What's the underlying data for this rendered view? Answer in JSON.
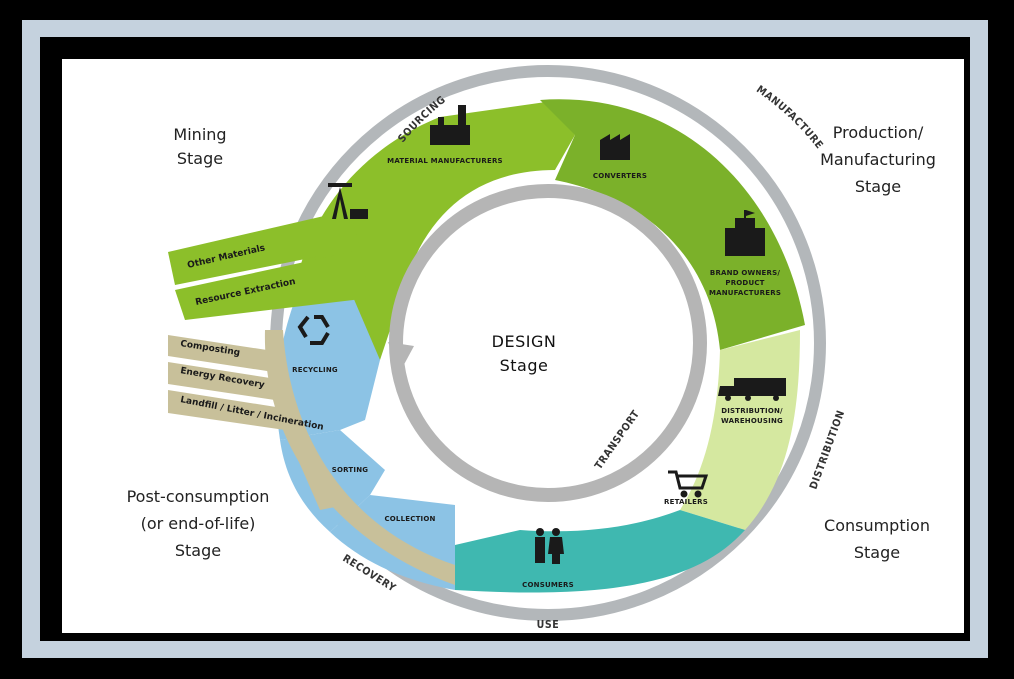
{
  "center": {
    "title": "DESIGN",
    "subtitle": "Stage"
  },
  "stages": {
    "mining": [
      "Mining",
      "Stage"
    ],
    "production": [
      "Production/",
      "Manufacturing",
      "Stage"
    ],
    "consumption": [
      "Consumption",
      "Stage"
    ],
    "post_consumption": [
      "Post-consumption",
      "(or end-of-life)",
      "Stage"
    ]
  },
  "outer_ring": {
    "sourcing": "SOURCING",
    "manufacture": "MANUFACTURE",
    "distribution": "DISTRIBUTION",
    "use": "USE",
    "recovery": "RECOVERY"
  },
  "inner_ring": {
    "transport": "TRANSPORT"
  },
  "segments": {
    "material_manufacturers": "MATERIAL MANUFACTURERS",
    "converters": "CONVERTERS",
    "brand_owners": [
      "BRAND OWNERS/",
      "PRODUCT",
      "MANUFACTURERS"
    ],
    "distribution": [
      "DISTRIBUTION/",
      "WAREHOUSING"
    ],
    "retailers": "RETAILERS",
    "consumers": "CONSUMERS",
    "collection": "COLLECTION",
    "sorting": "SORTING",
    "recycling": "RECYCLING"
  },
  "inputs": {
    "other_materials": "Other Materials",
    "resource_extraction": "Resource Extraction"
  },
  "outputs": {
    "composting": "Composting",
    "energy_recovery": "Energy Recovery",
    "landfill": "Landfill / Litter / Incineration"
  },
  "icons": {
    "material_manufacturers": "factory-icon",
    "converters": "factory-roof-icon",
    "brand_owners": "building-flag-icon",
    "distribution": "truck-icon",
    "retailers": "shopping-cart-icon",
    "consumers": "people-icon",
    "recycling": "recycle-icon",
    "mining": "oil-pump-icon"
  },
  "colors": {
    "sourcing_green": "#8cbf2a",
    "manufacture_green": "#7bb12a",
    "distribution_lime": "#d5e8a0",
    "consumers_teal": "#3fb8b0",
    "recovery_blue": "#8cc3e5",
    "tan": "#c8c09a",
    "ring_gray": "#b3b7ba",
    "inner_gray": "#b5b5b5"
  }
}
